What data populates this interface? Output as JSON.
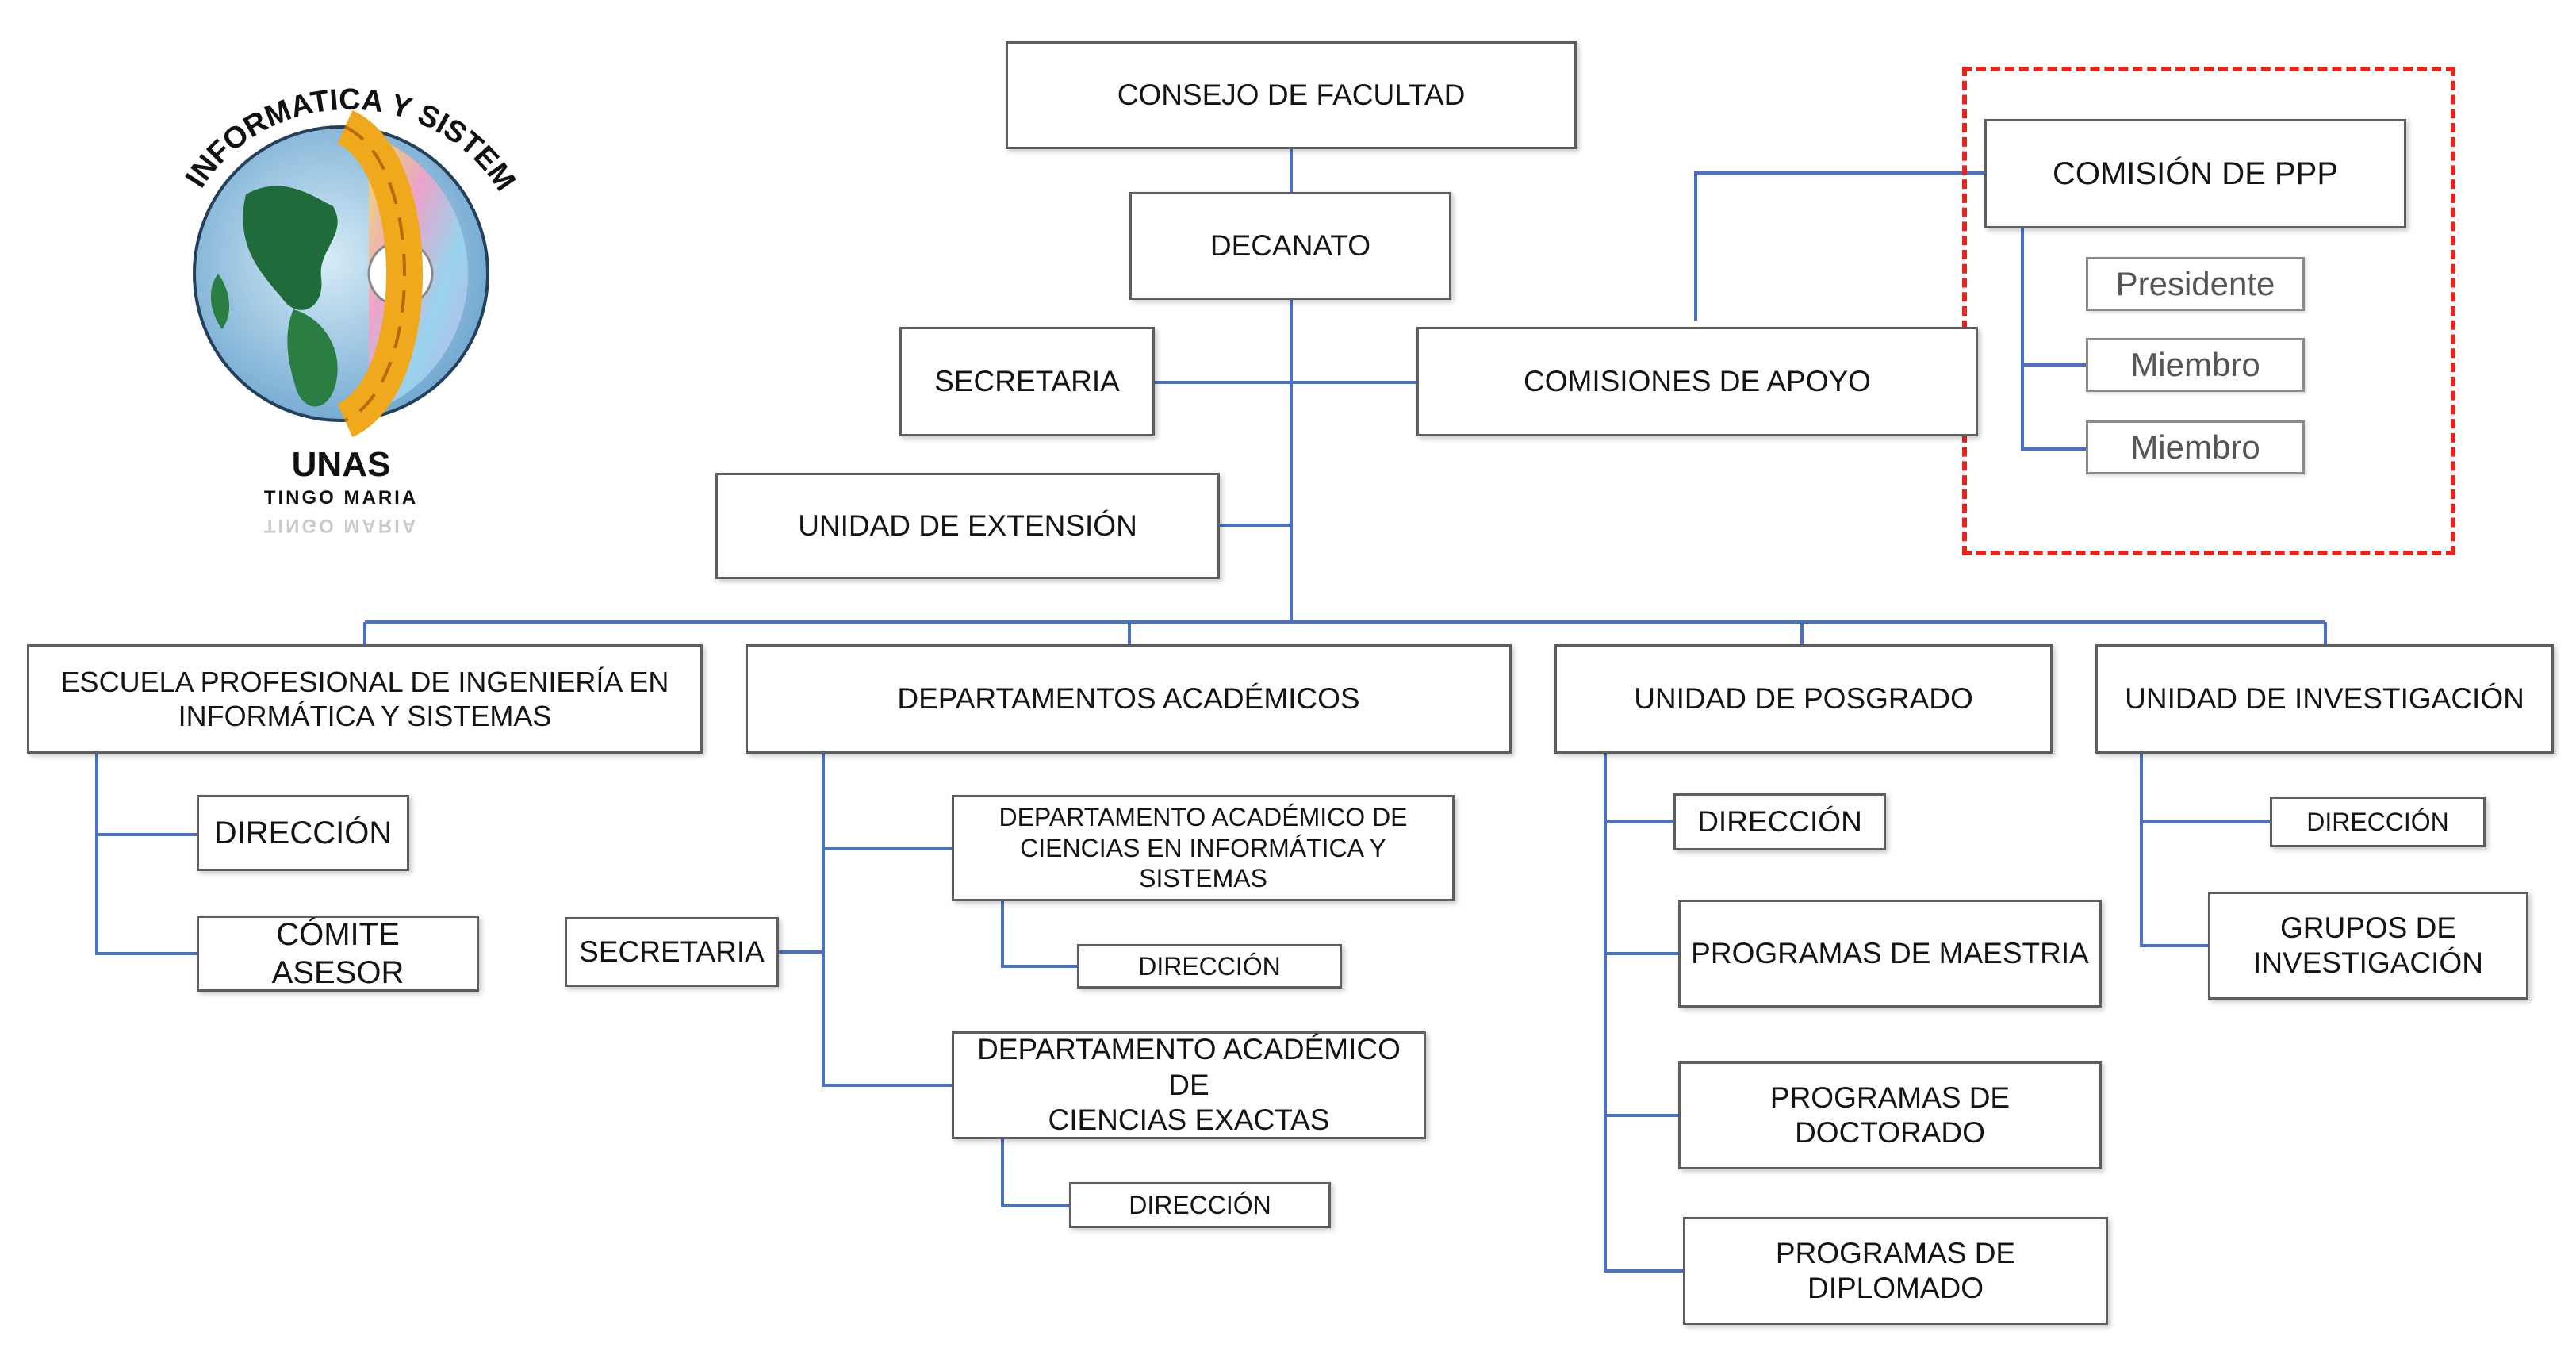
{
  "colors": {
    "connector": "#4a72c4",
    "box_border": "#5e5e5e",
    "highlight": "#e8231b"
  },
  "logo": {
    "arc_text": "INFORMATICA Y SISTEMAS",
    "name": "UNAS",
    "city": "TINGO MARIA",
    "icon": "globe-gear-cd-icon"
  },
  "org": {
    "consejo": "CONSEJO DE FACULTAD",
    "decanato": "DECANATO",
    "secretaria": "SECRETARIA",
    "comisiones_apoyo": "COMISIONES DE APOYO",
    "unidad_extension": "UNIDAD DE EXTENSIÓN",
    "comision_ppp": {
      "title": "COMISIÓN DE PPP",
      "members": [
        "Presidente",
        "Miembro",
        "Miembro"
      ]
    },
    "escuela": {
      "title_line1": "ESCUELA PROFESIONAL DE INGENIERÍA EN",
      "title_line2": "INFORMÁTICA Y SISTEMAS",
      "children": [
        "DIRECCIÓN",
        "CÓMITE ASESOR"
      ]
    },
    "departamentos": {
      "title": "DEPARTAMENTOS ACADÉMICOS",
      "secretaria": "SECRETARIA",
      "dept1_line1": "DEPARTAMENTO ACADÉMICO DE",
      "dept1_line2": "CIENCIAS EN INFORMÁTICA Y",
      "dept1_line3": "SISTEMAS",
      "dept1_child": "DIRECCIÓN",
      "dept2_line1": "DEPARTAMENTO ACADÉMICO DE",
      "dept2_line2": "CIENCIAS EXACTAS",
      "dept2_child": "DIRECCIÓN"
    },
    "posgrado": {
      "title": "UNIDAD DE POSGRADO",
      "direccion": "DIRECCIÓN",
      "maestria": "PROGRAMAS DE MAESTRIA",
      "doctorado_line1": "PROGRAMAS DE",
      "doctorado_line2": "DOCTORADO",
      "diplomado": "PROGRAMAS DE DIPLOMADO"
    },
    "investigacion": {
      "title": "UNIDAD DE INVESTIGACIÓN",
      "direccion": "DIRECCIÓN",
      "grupos_line1": "GRUPOS DE",
      "grupos_line2": "INVESTIGACIÓN"
    }
  }
}
